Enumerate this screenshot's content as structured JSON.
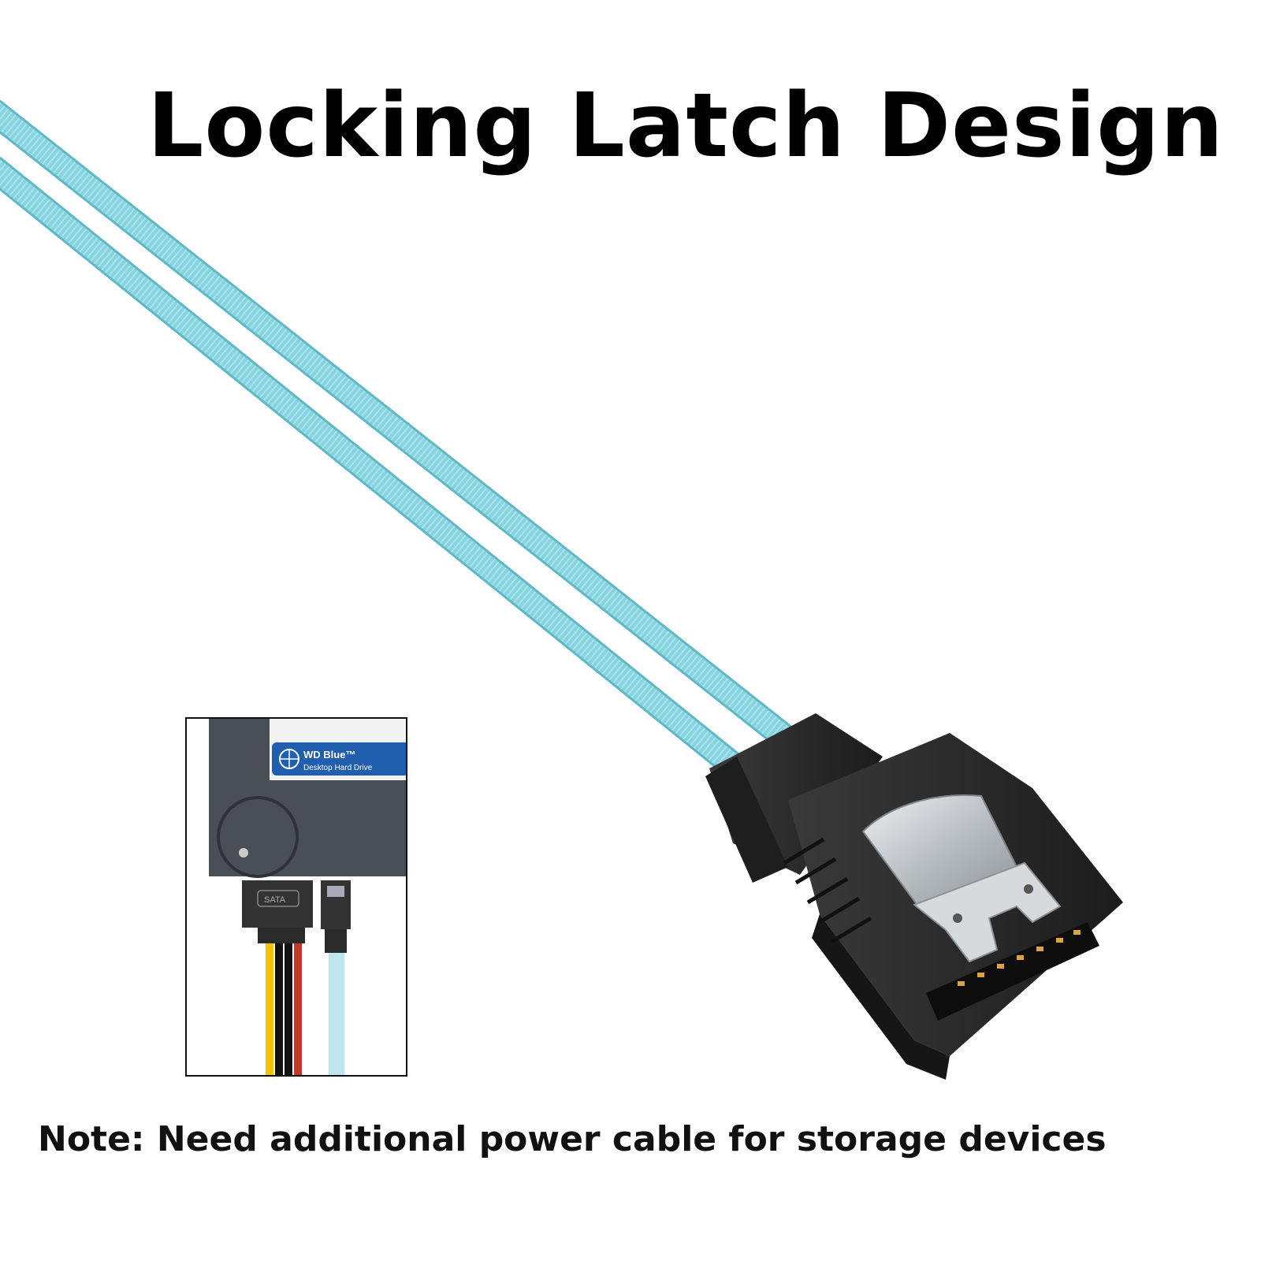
{
  "title": "Locking Latch Design",
  "note": "Note: Need additional power cable for storage devices",
  "inset": {
    "label_product": "WD Blue™",
    "label_subtitle": "Desktop Hard Drive",
    "power_connector_text": "SATA"
  },
  "colors": {
    "cable": "#86d3df",
    "cable_shade": "#5fb8c7",
    "connector": "#2b2b2b",
    "latch_metal": "#c9cdd1",
    "drive_label": "#1f5fae"
  },
  "icons": [
    "hdd-icon",
    "globe-icon",
    "sata-connector-icon"
  ]
}
